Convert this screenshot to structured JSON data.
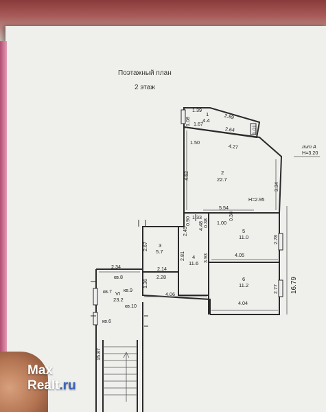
{
  "page": {
    "title": "Поэтажный план",
    "subtitle": "2 этаж"
  },
  "annotation": {
    "lit_label": "лит А",
    "height_total": "H=3.20",
    "overall_length": "16.79",
    "height_room": "H=2.95"
  },
  "rooms": [
    {
      "id": "1",
      "area": "4.4"
    },
    {
      "id": "2",
      "area": "22.7"
    },
    {
      "id": "3",
      "area": "5.7"
    },
    {
      "id": "4",
      "area": "11.6"
    },
    {
      "id": "5",
      "area": "11.0"
    },
    {
      "id": "6",
      "area": "11.2"
    },
    {
      "id": "VI",
      "area": "23.2"
    }
  ],
  "apartments": [
    "кв.8",
    "кв.7",
    "кв.9",
    "кв.10",
    "кв.6"
  ],
  "dimensions": {
    "d139": "1.39",
    "d289": "2.89",
    "d108": "1.08",
    "d167": "1.67",
    "d264": "2.64",
    "d101": "1.01",
    "d150": "1.50",
    "d427": "4.27",
    "d452": "4.52",
    "d334": "3.34",
    "d554": "5.54",
    "d133": "1.33",
    "d100": "1.00",
    "d090": "0.90",
    "d038": "0.38",
    "d448": "4.48",
    "d038b": "0.38",
    "d267": "2.67",
    "d281": "2.81",
    "d393": "3.93",
    "d278": "2.78",
    "d405": "4.05",
    "d214": "2.14",
    "d228": "2.28",
    "d234": "2.34",
    "d136": "1.36",
    "d406": "4.06",
    "d404": "4.04",
    "d277": "2.77",
    "d1587": "15.87",
    "d245": "2.45"
  },
  "watermark": {
    "brand": "Max",
    "name": "Realt",
    "tld": ".ru"
  }
}
